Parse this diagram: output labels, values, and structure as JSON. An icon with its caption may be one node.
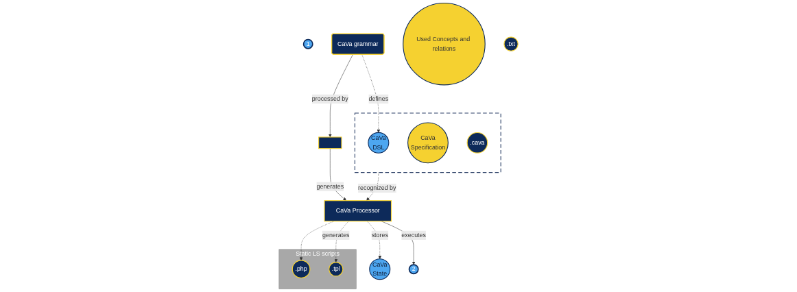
{
  "diagram": {
    "nodes": [
      {
        "text": [],
        "shape": "box"
      },
      {
        "text": [
          "1"
        ]
      },
      {
        "text": [
          "CaVa",
          "DSL"
        ],
        "in": 0
      },
      {
        "text": [
          "CaVa",
          "Specification"
        ],
        "in": 0
      },
      {
        "text": [
          ".cava"
        ],
        "in": 0
      },
      {
        "text": [
          "CaVa grammar"
        ]
      },
      {
        "text": [],
        "shape": "box"
      },
      {
        "text": [
          "CaVa Processor"
        ]
      },
      {
        "text": [
          "Static LS scripts"
        ]
      },
      {
        "text": [
          ".php"
        ],
        "in": 8
      },
      {
        "text": [
          ".tpl"
        ],
        "in": 8
      },
      {
        "text": [
          "CaVa",
          "State"
        ]
      },
      {
        "text": [
          "Used Concepts and relations"
        ]
      },
      {
        "text": [
          ".txt"
        ]
      },
      {
        "text": [
          "2"
        ]
      }
    ],
    "edges": [
      {
        "from": 5,
        "to": 2,
        "arrow": "to",
        "label": "defines",
        "style": "dashed"
      },
      {
        "from": 5,
        "to": 6,
        "arrow": "to",
        "label": "processed by"
      },
      {
        "from": 6,
        "to": 7,
        "arrow": "to",
        "label": "generates"
      },
      {
        "from": 0,
        "to": 7,
        "arrow": "to",
        "label": "recognized by",
        "style": "dashed"
      },
      {
        "from": 7,
        "to": 11,
        "arrow": "to",
        "label": "stores",
        "style": "dashed"
      },
      {
        "from": 7,
        "to": 9,
        "arrow": "to",
        "style": "dashed"
      },
      {
        "from": 7,
        "to": 10,
        "arrow": "to",
        "label": "generates",
        "style": "dashed"
      },
      {
        "from": 7,
        "to": 14,
        "arrow": "to",
        "label": "executes"
      }
    ]
  }
}
